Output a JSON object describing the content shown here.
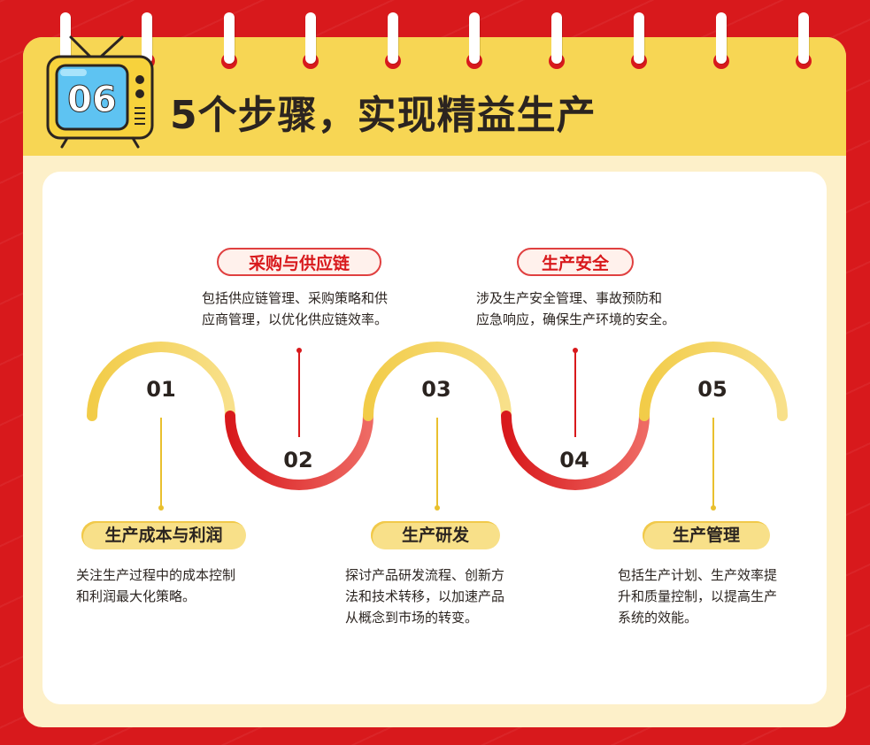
{
  "header": {
    "badge_number": "06",
    "title": "5个步骤，实现精益生产"
  },
  "steps": [
    {
      "number": "01",
      "title": "生产成本与利润",
      "lines": [
        "关注生产过程中的成本控制",
        "和利润最大化策略。"
      ]
    },
    {
      "number": "02",
      "title": "采购与供应链",
      "lines": [
        "包括供应链管理、采购策略和供",
        "应商管理，以优化供应链效率。"
      ]
    },
    {
      "number": "03",
      "title": "生产研发",
      "lines": [
        "探讨产品研发流程、创新方",
        "法和技术转移，以加速产品",
        "从概念到市场的转变。"
      ]
    },
    {
      "number": "04",
      "title": "生产安全",
      "lines": [
        "涉及生产安全管理、事故预防和",
        "应急响应，确保生产环境的安全。"
      ]
    },
    {
      "number": "05",
      "title": "生产管理",
      "lines": [
        "包括生产计划、生产效率提",
        "升和质量控制，以提高生产",
        "系统的效能。"
      ]
    }
  ],
  "colors": {
    "background_red": "#d8191c",
    "header_yellow": "#f7d654",
    "arc_yellow": "#f2cc48",
    "arc_red": "#e23a3a",
    "text_dark": "#2b2420"
  }
}
